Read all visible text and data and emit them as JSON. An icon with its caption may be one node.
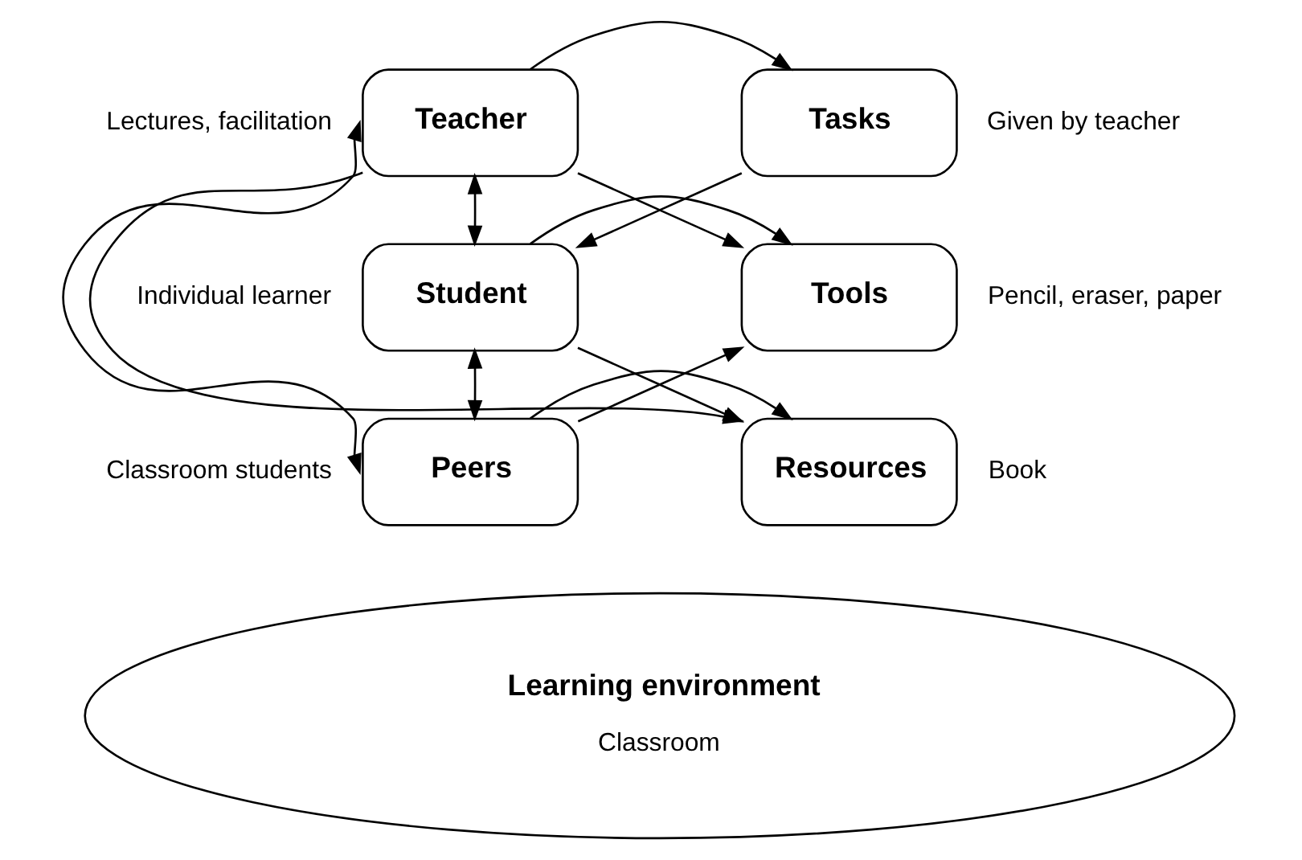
{
  "diagram": {
    "nodes": [
      {
        "text": [
          "Teacher"
        ],
        "beside": [
          "Lectures, facilitation"
        ]
      },
      {
        "text": [
          "Tasks"
        ],
        "beside": [
          "Given by teacher"
        ]
      },
      {
        "text": [
          "Student"
        ],
        "beside": [
          "Individual learner"
        ]
      },
      {
        "text": [
          "Tools"
        ],
        "beside": [
          "Pencil, eraser, paper"
        ]
      },
      {
        "text": [
          "Peers"
        ],
        "beside": [
          "Classroom students"
        ]
      },
      {
        "text": [
          "Resources"
        ],
        "beside": [
          "Book"
        ]
      },
      {
        "text": [
          "Learning environment",
          "Classroom"
        ]
      }
    ],
    "edges": [
      {
        "from": 0,
        "to": 1,
        "arrow": "to"
      },
      {
        "from": 0,
        "to": 2,
        "arrow": "both"
      },
      {
        "from": 0,
        "to": 3,
        "arrow": "to"
      },
      {
        "from": 0,
        "to": 5,
        "arrow": "to"
      },
      {
        "from": 1,
        "to": 2,
        "arrow": "to"
      },
      {
        "from": 2,
        "to": 3,
        "arrow": "to"
      },
      {
        "from": 2,
        "to": 5,
        "arrow": "to"
      },
      {
        "from": 2,
        "to": 4,
        "arrow": "both"
      },
      {
        "from": 4,
        "to": 3,
        "arrow": "to"
      },
      {
        "from": 4,
        "to": 5,
        "arrow": "to"
      },
      {
        "from": 0,
        "to": 4,
        "arrow": "both"
      }
    ]
  }
}
